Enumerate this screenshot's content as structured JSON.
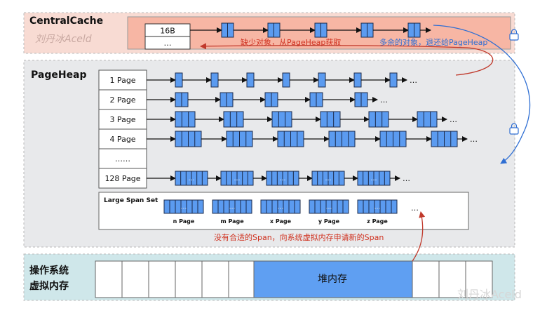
{
  "central_cache": {
    "title": "CentralCache",
    "watermark": "刘丹冰Aceld",
    "slots": [
      "16B",
      "…"
    ],
    "label_left": "缺少对象，从PageHeap获取",
    "label_right": "多余的对象，退还给PageHeap"
  },
  "page_heap": {
    "title": "PageHeap",
    "rows": [
      {
        "label": "1 Page",
        "spans": 7,
        "width": 1
      },
      {
        "label": "2 Page",
        "spans": 5,
        "width": 2
      },
      {
        "label": "3 Page",
        "spans": 6,
        "width": 3
      },
      {
        "label": "4 Page",
        "spans": 6,
        "width": 4
      },
      {
        "label": "……",
        "spans": 0,
        "width": 0
      },
      {
        "label": "128 Page",
        "spans": 5,
        "width": 6
      }
    ],
    "ellipsis": "…",
    "large_span_set": {
      "title": "Large Span Set",
      "items": [
        "n Page",
        "m Page",
        "x Page",
        "y Page",
        "z Page"
      ]
    }
  },
  "os": {
    "title_line1": "操作系统",
    "title_line2": "虚拟内存",
    "heap_label": "堆内存",
    "request_label": "没有合适的Span，向系统虚拟内存申请新的Span"
  },
  "watermark_bottom": "刘丹冰Aceld",
  "colors": {
    "span_fill": "#5b9bf0",
    "central_bg": "#f8dbd3",
    "central_inner": "#f7b6a4",
    "heap_bg": "#e8e9eb",
    "os_bg": "#cfe7ea",
    "red_text": "#d0311f",
    "blue_text": "#2e6ed3",
    "heap_fill": "#5f9ff2"
  }
}
